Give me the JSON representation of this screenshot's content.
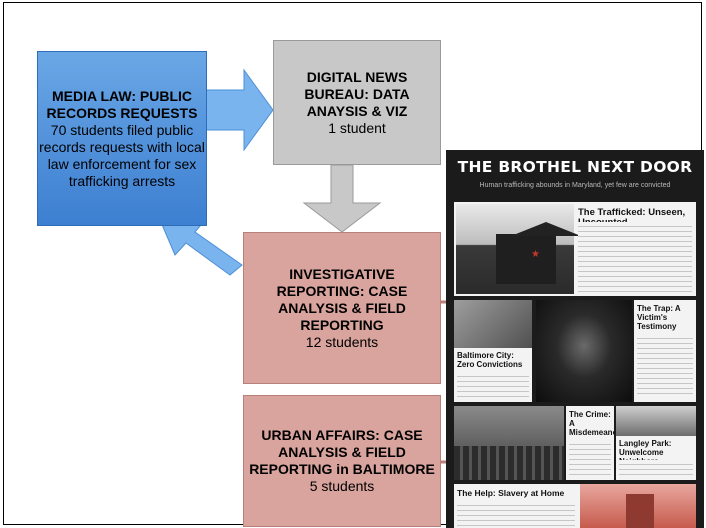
{
  "media": {
    "title": "MEDIA LAW: PUBLIC RECORDS REQUESTS",
    "description": "70 students filed public records requests with local law enforcement for sex trafficking arrests"
  },
  "bureau": {
    "title": "DIGITAL NEWS BUREAU: DATA ANAYSIS & VIZ",
    "count": "1 student"
  },
  "investigative": {
    "title": "INVESTIGATIVE REPORTING: CASE ANALYSIS & FIELD REPORTING",
    "count": "12 students"
  },
  "urban": {
    "title": "URBAN AFFAIRS: CASE ANALYSIS & FIELD REPORTING in BALTIMORE",
    "count": "5 students"
  },
  "poster": {
    "title": "THE BROTHEL NEXT DOOR",
    "subtitle": "Human trafficking abounds in Maryland, yet few are convicted",
    "sections": {
      "trafficked": "The Trafficked: Unseen, Uncounted",
      "trap": "The Trap: A Victim's Testimony",
      "baltimore": "Baltimore City: Zero Convictions",
      "crime": "The Crime: A Misdemeanor",
      "langley": "Langley Park: Unwelcome Neighbors",
      "help": "The Help: Slavery at Home"
    }
  },
  "colors": {
    "media": "#4a8fdc",
    "bureau": "#c8c8c8",
    "reporting": "#d9a49d",
    "arrow_blue": "#6aaae8",
    "arrow_gray": "#c8c8c8"
  }
}
